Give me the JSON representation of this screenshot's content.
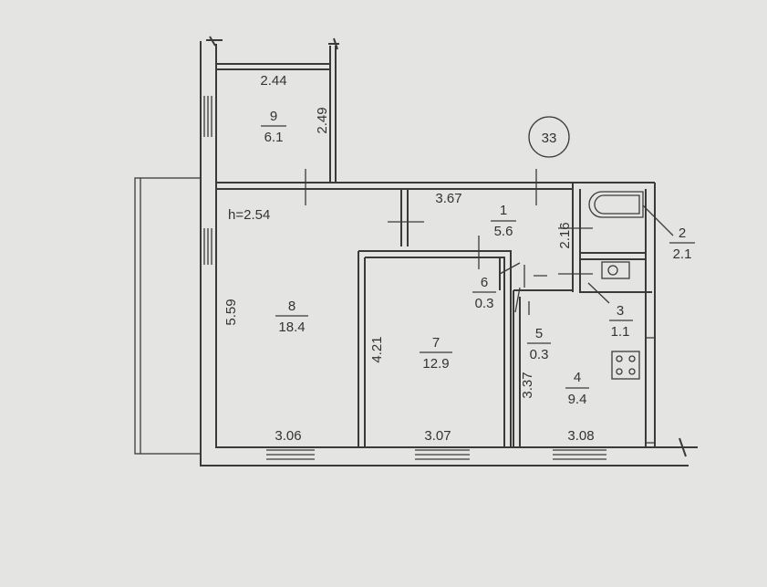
{
  "plan": {
    "apartment_number": "33",
    "ceiling_height": "h=2.54",
    "rooms": [
      {
        "number": "1",
        "area": "5.6"
      },
      {
        "number": "2",
        "area": "2.1"
      },
      {
        "number": "3",
        "area": "1.1"
      },
      {
        "number": "4",
        "area": "9.4"
      },
      {
        "number": "5",
        "area": "0.3"
      },
      {
        "number": "6",
        "area": "0.3"
      },
      {
        "number": "7",
        "area": "12.9"
      },
      {
        "number": "8",
        "area": "18.4"
      },
      {
        "number": "9",
        "area": "6.1"
      }
    ],
    "dimensions": {
      "room9_width": "2.44",
      "room9_length": "2.49",
      "room1_width": "3.67",
      "room1_length": "2.16",
      "room8_length": "5.59",
      "room8_width": "3.06",
      "room7_length": "4.21",
      "room7_width": "3.07",
      "room4_length": "3.37",
      "room4_width": "3.08"
    }
  }
}
